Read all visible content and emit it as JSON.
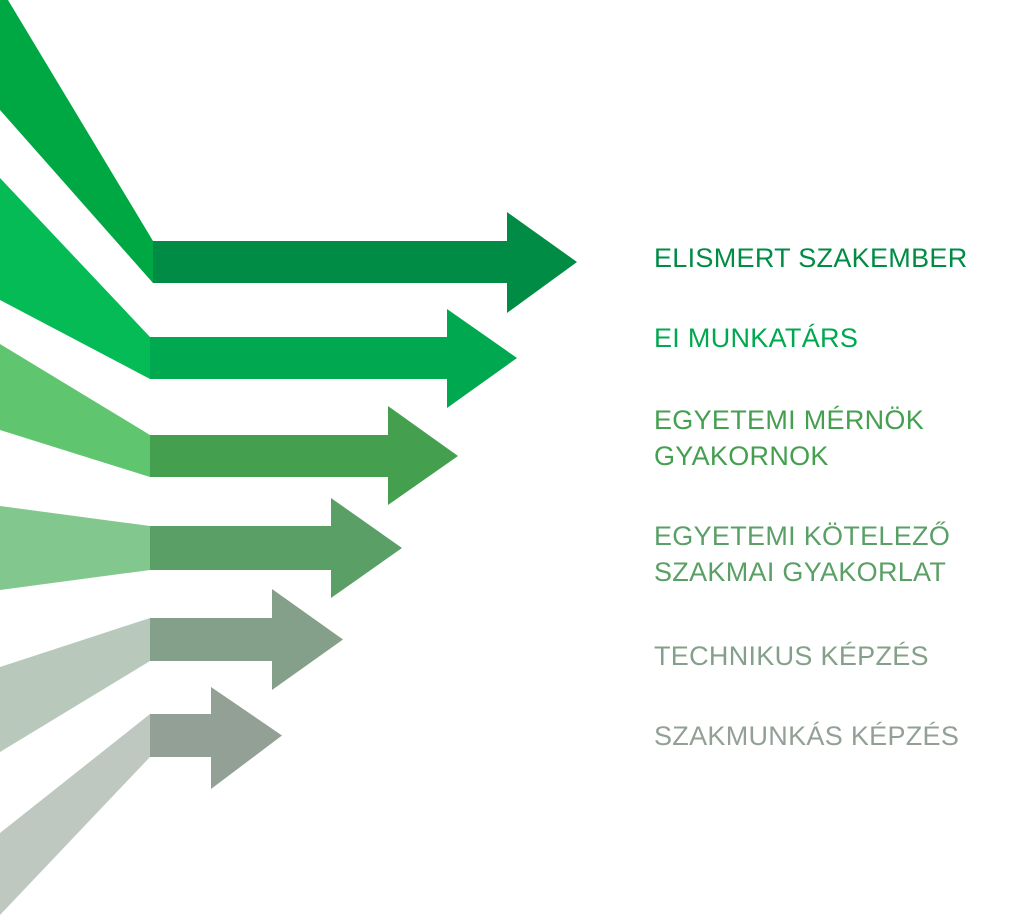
{
  "levels": [
    {
      "label_lines": [
        "ELISMERT SZAKEMBER"
      ],
      "tail_color": "#00a843",
      "shaft_color": "#008c45",
      "text_color": "#008c45"
    },
    {
      "label_lines": [
        "EI MUNKATÁRS"
      ],
      "tail_color": "#05bb55",
      "shaft_color": "#00a84f",
      "text_color": "#00a84f"
    },
    {
      "label_lines": [
        "EGYETEMI MÉRNÖK",
        "GYAKORNOK"
      ],
      "tail_color": "#5fc56e",
      "shaft_color": "#449f4f",
      "text_color": "#449f4f"
    },
    {
      "label_lines": [
        "EGYETEMI KÖTELEZŐ",
        "SZAKMAI GYAKORLAT"
      ],
      "tail_color": "#82c88e",
      "shaft_color": "#5a9f66",
      "text_color": "#5a9f66"
    },
    {
      "label_lines": [
        "TECHNIKUS KÉPZÉS"
      ],
      "tail_color": "#b8c9bc",
      "shaft_color": "#84a08a",
      "text_color": "#84a08a"
    },
    {
      "label_lines": [
        "SZAKMUNKÁS KÉPZÉS"
      ],
      "tail_color": "#bfc8c0",
      "shaft_color": "#93a096",
      "text_color": "#93a096"
    }
  ]
}
